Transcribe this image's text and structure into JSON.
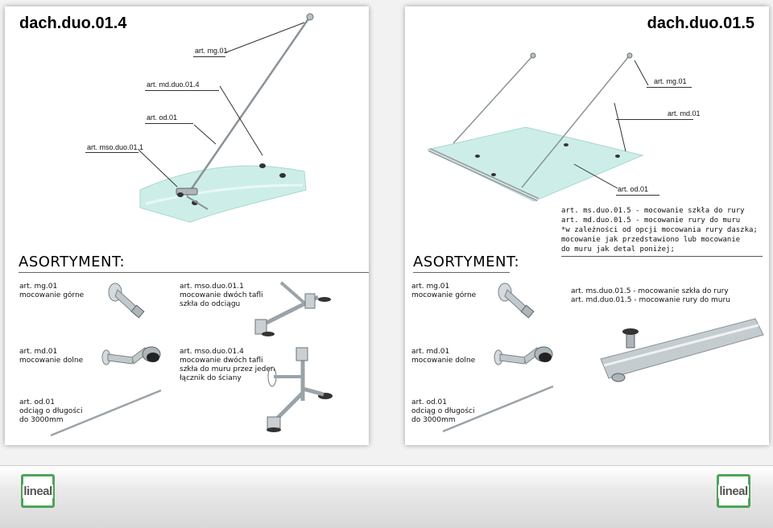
{
  "left": {
    "title": "dach.duo.01.4",
    "section": "ASORTYMENT:",
    "callouts": [
      "art.  mg.01",
      "art.  md.duo.01.4",
      "art.  od.01",
      "art.  mso.duo.01.1"
    ],
    "items": {
      "mg": [
        "art. mg.01",
        "mocowanie górne"
      ],
      "mso1": [
        "art. mso.duo.01.1",
        "mocowanie dwóch tafli",
        "szkła do odciągu"
      ],
      "md": [
        "art. md.01",
        "mocowanie dolne"
      ],
      "mso4": [
        "art. mso.duo.01.4",
        "mocowanie dwóch tafli",
        "szkła do muru przez jeden",
        "łącznik do ściany"
      ],
      "od": [
        "art. od.01",
        "odciąg o długości",
        "do 3000mm"
      ]
    }
  },
  "right": {
    "title": "dach.duo.01.5",
    "section": "ASORTYMENT:",
    "callouts": [
      "art.  mg.01",
      "art.  md.01",
      "art.  od.01"
    ],
    "note": [
      "art. ms.duo.01.5 - mocowanie szkła do rury",
      "art. md.duo.01.5 - mocowanie rury do muru",
      "*w zależności od opcji mocowania rury daszka;",
      "mocowanie jak przedstawiono lub mocowanie",
      "do muru jak detal poniżej;"
    ],
    "items": {
      "mg": [
        "art. mg.01",
        "mocowanie górne"
      ],
      "ms": [
        "art. ms.duo.01.5 - mocowanie szkła do rury",
        "art. md.duo.01.5 - mocowanie rury do muru"
      ],
      "md": [
        "art. md.01",
        "mocowanie dolne"
      ],
      "od": [
        "art. od.01",
        "odciąg o długości",
        "do 3000mm"
      ]
    }
  },
  "footer": {
    "logo_text": "lineal"
  },
  "colors": {
    "glass": "#cdeee8",
    "logo_green": "#4fa35a",
    "steel": "#9aa3a8"
  }
}
